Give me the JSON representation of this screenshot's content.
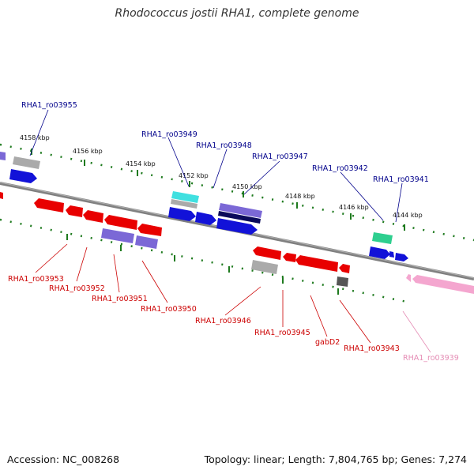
{
  "title": "Rhodococcus jostii RHA1, complete genome",
  "accession": "Accession: NC_008268",
  "topology": "Topology: linear; Length: 7,804,765 bp; Genes: 7,274",
  "colors": {
    "forward_label": "#00008b",
    "reverse_label": "#cc0000",
    "pseudo_label": "#e58db5",
    "tick": "#1e7a1e",
    "backbone": "#808080"
  },
  "kbp_ticks": [
    "4158 kbp",
    "4156 kbp",
    "4154 kbp",
    "4152 kbp",
    "4150 kbp",
    "4148 kbp",
    "4146 kbp",
    "4144 kbp"
  ],
  "forward_genes": [
    "RHA1_ro03955",
    "RHA1_ro03949",
    "RHA1_ro03948",
    "RHA1_ro03947",
    "RHA1_ro03942",
    "RHA1_ro03941"
  ],
  "reverse_genes": [
    "RHA1_ro03953",
    "RHA1_ro03952",
    "RHA1_ro03951",
    "RHA1_ro03950",
    "RHA1_ro03946",
    "RHA1_ro03945",
    "gabD2",
    "RHA1_ro03943"
  ],
  "pseudo_genes": [
    "RHA1_ro03939"
  ]
}
